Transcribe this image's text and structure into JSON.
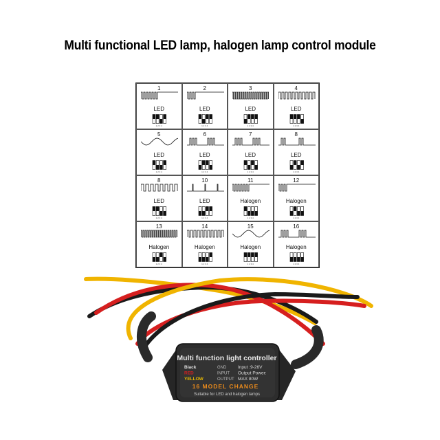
{
  "title": "Multi functional LED lamp, halogen lamp control module",
  "modes": [
    {
      "num": "1",
      "label": "LED",
      "wave": "pulse-dense-then-flat",
      "dip": [
        1,
        1,
        0,
        1
      ]
    },
    {
      "num": "2",
      "label": "LED",
      "wave": "pulse-then-flat",
      "dip": [
        1,
        0,
        1,
        1
      ]
    },
    {
      "num": "3",
      "label": "LED",
      "wave": "pulse-dense",
      "dip": [
        0,
        1,
        1,
        1
      ]
    },
    {
      "num": "4",
      "label": "LED",
      "wave": "pulse-regular",
      "dip": [
        1,
        1,
        1,
        0
      ]
    },
    {
      "num": "5",
      "label": "LED",
      "wave": "sine",
      "dip": [
        1,
        0,
        0,
        1
      ]
    },
    {
      "num": "6",
      "label": "LED",
      "wave": "burst",
      "dip": [
        0,
        1,
        1,
        0
      ]
    },
    {
      "num": "7",
      "label": "LED",
      "wave": "burst-gap",
      "dip": [
        1,
        0,
        1,
        0
      ]
    },
    {
      "num": "8",
      "label": "LED",
      "wave": "burst-short",
      "dip": [
        0,
        1,
        0,
        1
      ]
    },
    {
      "num": "8",
      "label": "LED",
      "wave": "pulse-wide",
      "dip": [
        1,
        1,
        0,
        0
      ]
    },
    {
      "num": "10",
      "label": "LED",
      "wave": "spikes",
      "dip": [
        0,
        0,
        1,
        1
      ]
    },
    {
      "num": "11",
      "label": "Halogen",
      "wave": "pulse-dense-then-flat",
      "dip": [
        1,
        0,
        0,
        0
      ]
    },
    {
      "num": "12",
      "label": "Halogen",
      "wave": "pulse-then-flat",
      "dip": [
        0,
        1,
        0,
        0
      ]
    },
    {
      "num": "13",
      "label": "Halogen",
      "wave": "pulse-dense",
      "dip": [
        0,
        0,
        1,
        0
      ]
    },
    {
      "num": "14",
      "label": "Halogen",
      "wave": "pulse-regular",
      "dip": [
        0,
        0,
        0,
        1
      ]
    },
    {
      "num": "15",
      "label": "Halogen",
      "wave": "sine",
      "dip": [
        1,
        1,
        1,
        1
      ]
    },
    {
      "num": "16",
      "label": "Halogen",
      "wave": "burst",
      "dip": [
        0,
        0,
        0,
        0
      ]
    }
  ],
  "dip_numbers": "1 2 3 4",
  "controller": {
    "title": "Multi function light controller",
    "rows": [
      {
        "wire": "Black",
        "wire_color": "#111111",
        "func": "GND",
        "spec": "Input :9-26V"
      },
      {
        "wire": "RED",
        "wire_color": "#d42020",
        "func": "INPUT",
        "spec": "Output Power:"
      },
      {
        "wire": "YELLOW",
        "wire_color": "#e6b800",
        "func": "OUTPUT",
        "spec": "MAX 80W"
      }
    ],
    "model": "16 MODEL CHANGE",
    "suitable": "Suitable for LED and halogen lamps"
  },
  "colors": {
    "housing": "#2b2b2b",
    "model_text": "#e98a1c",
    "wire_red": "#d61f1f",
    "wire_yellow": "#f0b400",
    "wire_black": "#1a1a1a"
  }
}
